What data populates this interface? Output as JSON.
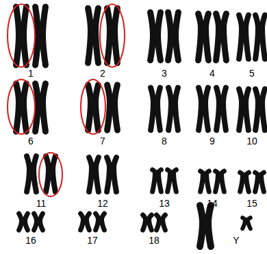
{
  "diagram": {
    "labels": [
      "1",
      "2",
      "3",
      "4",
      "5",
      "6",
      "7",
      "8",
      "9",
      "10",
      "11",
      "12",
      "13",
      "14",
      "15",
      "16",
      "17",
      "18",
      "Y"
    ]
  }
}
